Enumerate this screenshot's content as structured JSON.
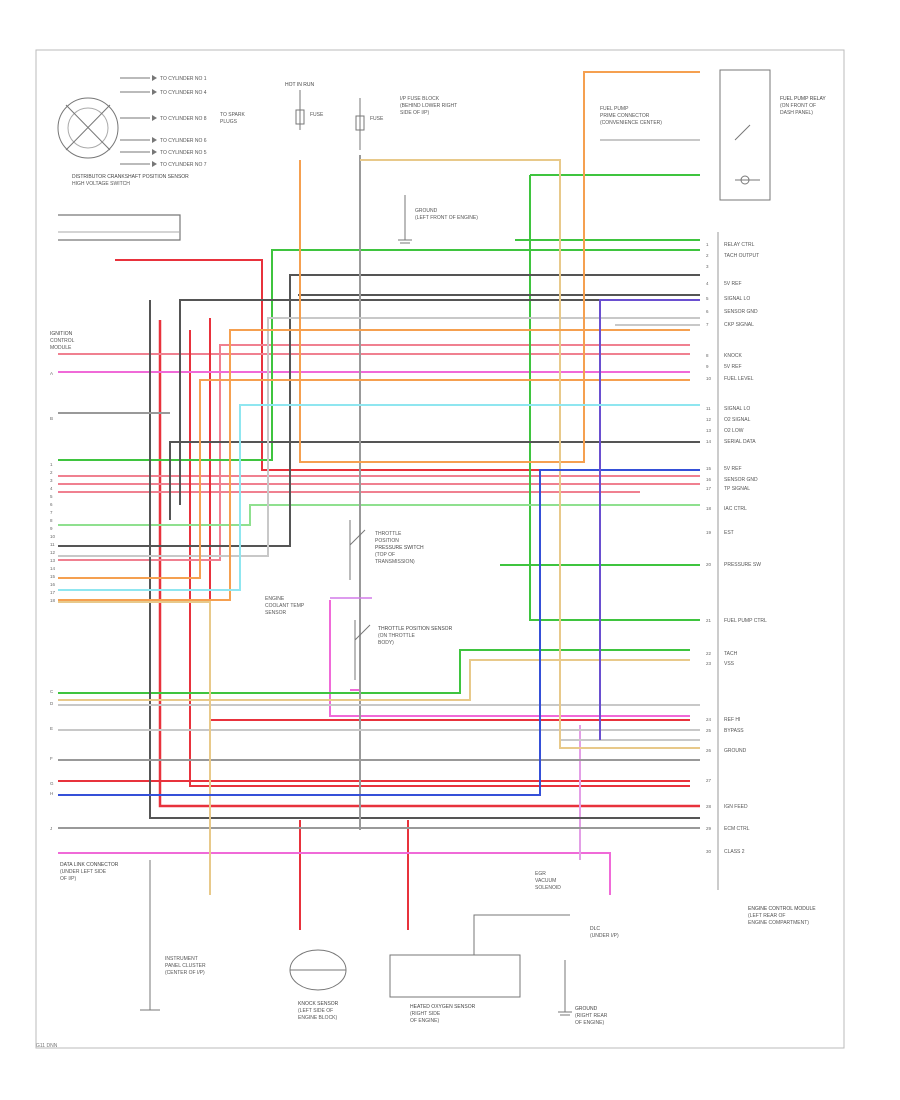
{
  "footer_code": "G11 DNN",
  "colors": {
    "red": "#e8323c",
    "pink": "#f06ad8",
    "green": "#3fc43f",
    "light_green": "#8fe08f",
    "dark_gray": "#555555",
    "gray": "#999999",
    "light_gray": "#c8c8c8",
    "orange": "#f5a050",
    "tan": "#e8c98a",
    "blue": "#3550d8",
    "light_blue": "#8fe6f0",
    "violet": "#d27ae8",
    "purple": "#6a4fd0",
    "border": "#bbbbbb"
  },
  "components": {
    "distributor": "DISTRIBUTOR CRANKSHAFT POSITION SENSOR",
    "ignition_switch": "HOT IN RUN",
    "fuse": "FUSE",
    "fuel_pump_relay": "FUEL PUMP RELAY",
    "pressure_switch": "PRESSURE SWITCH",
    "throttle_sensors": "THROTTLE POSITION SENSOR",
    "knock_sensor": "KNOCK SENSOR",
    "data_link": "DATA LINK CONNECTOR",
    "o2_sensor": "HEATED OXYGEN SENSOR",
    "ecm": "ENGINE CONTROL MODULE",
    "connector": "DLC",
    "ground": "GROUND"
  }
}
